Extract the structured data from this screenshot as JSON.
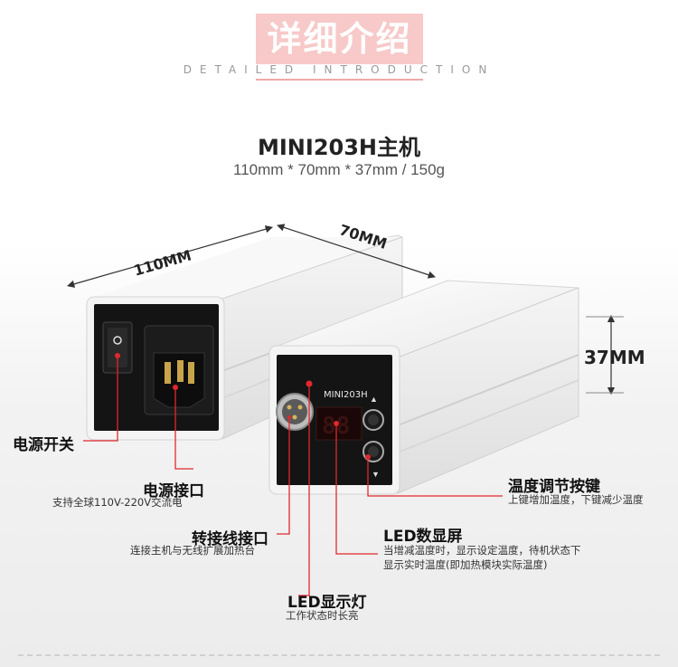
{
  "header": {
    "title": "详细介绍",
    "subtitle": "DETAILED INTRODUCTION"
  },
  "product": {
    "name": "MINI203H主机",
    "dimensions": "110mm * 70mm * 37mm / 150g"
  },
  "dimension_labels": {
    "length": "110MM",
    "width": "70MM",
    "height": "37MM"
  },
  "device_text": {
    "model": "MINI203H"
  },
  "callouts": {
    "power_switch": {
      "title": "电源开关"
    },
    "power_port": {
      "title": "电源接口",
      "desc": "支持全球110V-220V交流电"
    },
    "adapter_port": {
      "title": "转接线接口",
      "desc": "连接主机与无线扩展加热台"
    },
    "led_light": {
      "title": "LED显示灯",
      "desc": "工作状态时长亮"
    },
    "led_display": {
      "title": "LED数显屏",
      "desc_line1": "当增减温度时，显示设定温度，待机状态下",
      "desc_line2": "显示实时温度(即加热模块实际温度)"
    },
    "temp_buttons": {
      "title": "温度调节按键",
      "desc": "上键增加温度，下键减少温度"
    }
  },
  "colors": {
    "accent_red": "#e0282e",
    "header_pink": "#f7c9c9",
    "device_white": "#f4f4f4",
    "panel_black": "#141414"
  },
  "icons": {
    "power_switch": "rocker-switch-icon",
    "up_button": "up-arrow-icon",
    "down_button": "down-arrow-icon"
  }
}
